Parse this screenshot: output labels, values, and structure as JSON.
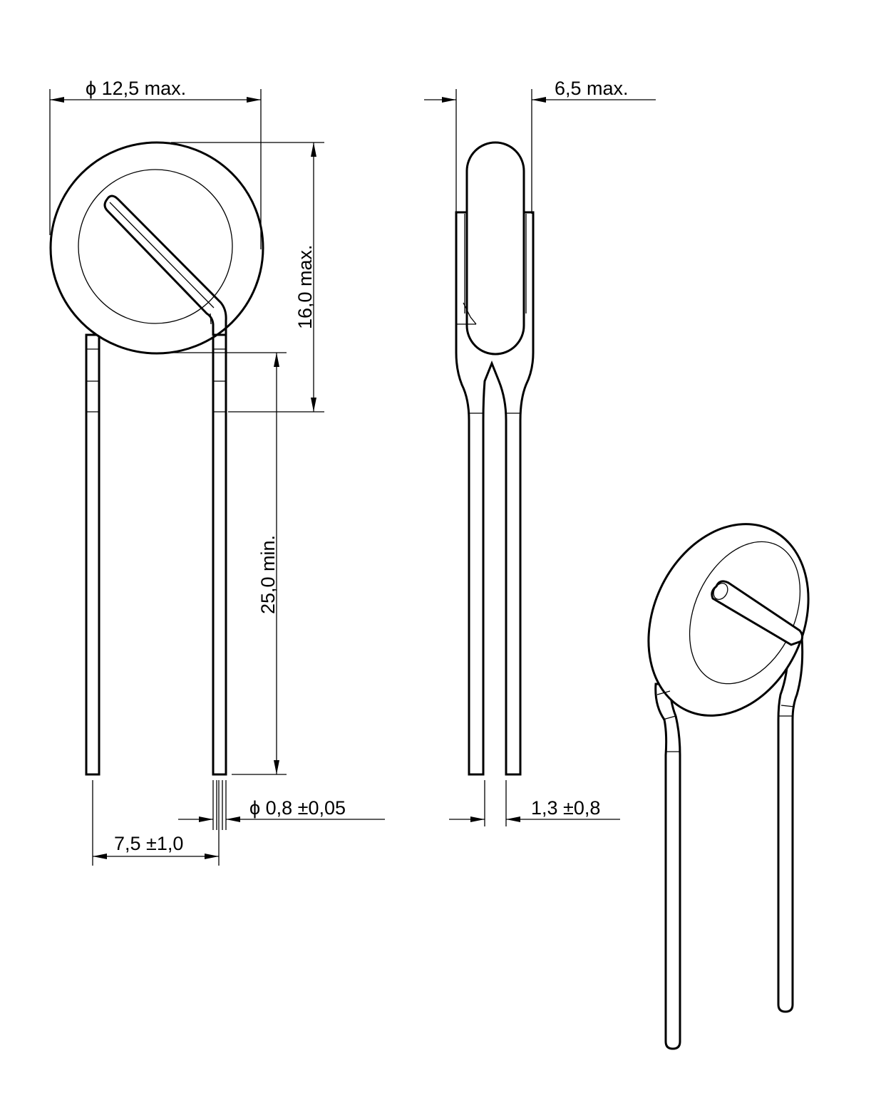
{
  "front_view": {
    "diameter_label": "ϕ 12,5 max.",
    "height_label": "16,0 max.",
    "lead_length_label": "25,0 min.",
    "lead_diameter_label": "ϕ 0,8 ±0,05",
    "lead_spacing_label": "7,5 ±1,0"
  },
  "side_view": {
    "thickness_label": "6,5 max.",
    "lead_offset_label": "1,3 ±0,8"
  },
  "colors": {
    "line": "#000000",
    "background": "#ffffff"
  }
}
